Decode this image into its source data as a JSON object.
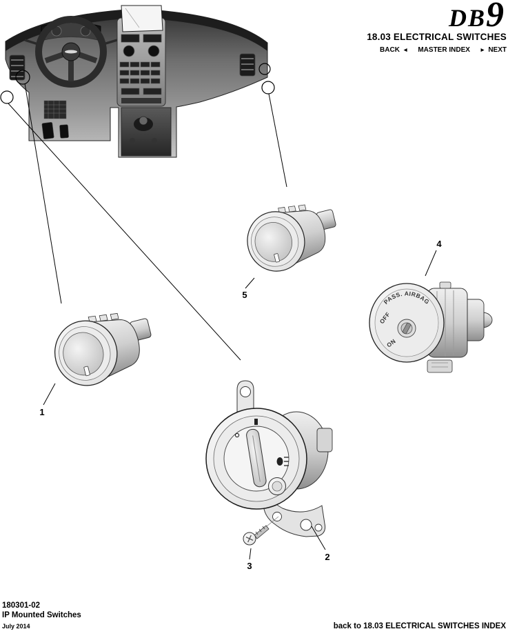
{
  "header": {
    "logo_db": "DB",
    "logo_9": "9",
    "title": "18.03 ELECTRICAL SWITCHES",
    "nav": {
      "back": "BACK",
      "back_arrow": "◄",
      "master_index": "MASTER INDEX",
      "next_arrow": "►",
      "next": "NEXT"
    }
  },
  "diagram": {
    "callouts": [
      "1",
      "2",
      "3",
      "4",
      "5"
    ],
    "switch4_labels": {
      "arc": "PASS. AIRBAG",
      "off": "OFF",
      "on": "ON"
    }
  },
  "footer": {
    "doc_number": "180301-02",
    "doc_title": "IP Mounted Switches",
    "date": "July 2014",
    "index_link": "back to 18.03 ELECTRICAL SWITCHES INDEX"
  }
}
